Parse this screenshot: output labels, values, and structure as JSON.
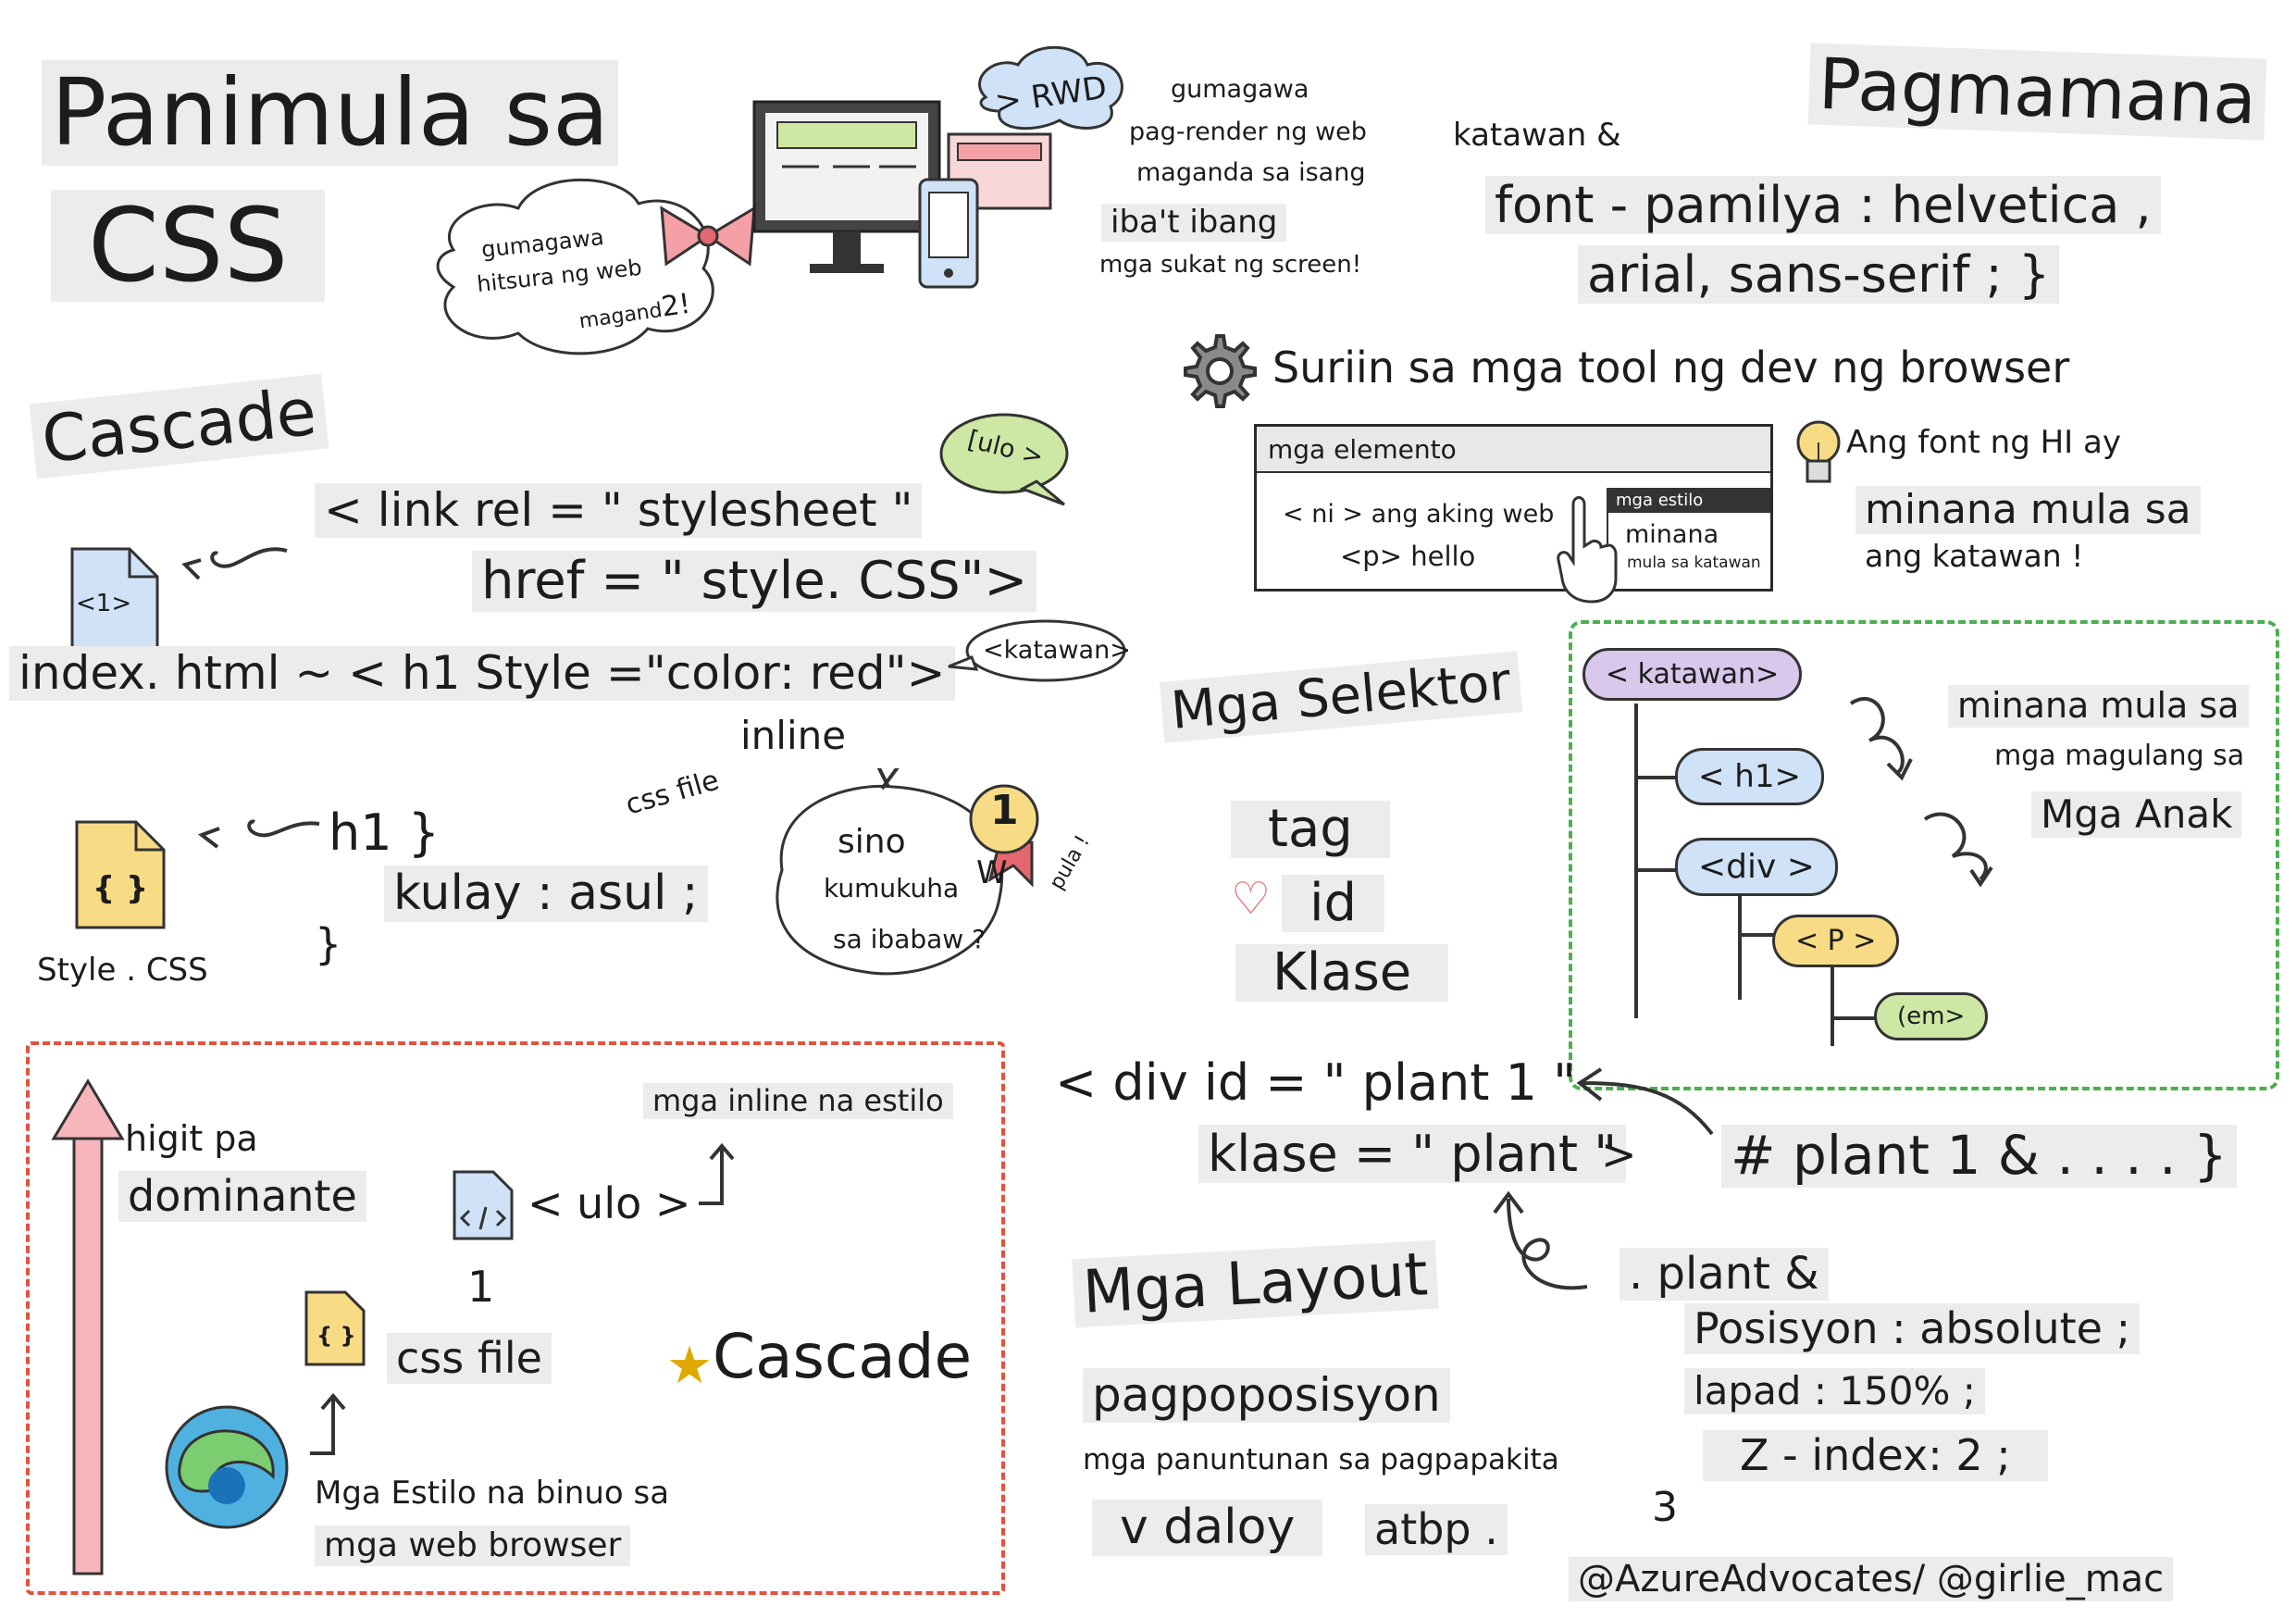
{
  "title": {
    "line1": "Panimula sa",
    "line2": "CSS"
  },
  "cloud_left": {
    "line1": "gumagawa",
    "line2": "hitsura ng web",
    "line3": "magand",
    "accent": "2!"
  },
  "rwd": {
    "label": "> RWD",
    "desc": [
      "gumagawa",
      "pag-render ng web",
      "maganda sa isang",
      "iba't ibang",
      "mga sukat ng screen!"
    ]
  },
  "inheritance": {
    "title": "Pagmamana",
    "code": [
      "katawan &",
      "font - pamilya : helvetica ,",
      "arial, sans-serif ; }"
    ]
  },
  "devtools": {
    "heading": "Suriin sa mga tool ng dev ng browser",
    "panel_title": "mga elemento",
    "line1": "< ni > ang aking web",
    "line2": "<p> hello",
    "side_head": "mga estilo",
    "side_val": "minana",
    "side_note": "mula sa katawan",
    "note": [
      "Ang font ng HI ay",
      "minana mula sa",
      "ang katawan !"
    ]
  },
  "cascade": {
    "title": "Cascade",
    "ulo_bubble": "[ulo >",
    "link_code": [
      "< link rel = \" stylesheet \"",
      "href = \" style. CSS\">"
    ],
    "file1_label": "<1>",
    "inline_code": "index. html ~ < h1 Style =\"color: red\">",
    "katawan_bubble": "<katawan>",
    "inline_label": "inline",
    "css_file_label": "css file",
    "who_wins": [
      "sino",
      "kumukuha",
      "sa ibabaw ?"
    ],
    "medal": "1",
    "medal_w": "W",
    "pula": "pula !",
    "css_rule": [
      "h1 }",
      "kulay : asul ;",
      "}"
    ],
    "style_file_glyph": "{ }",
    "style_file_label": "Style . CSS"
  },
  "selectors": {
    "title": "Mga Selektor",
    "items": [
      "tag",
      "id",
      "Klase"
    ]
  },
  "tree": {
    "nodes": [
      "< katawan>",
      "< h1>",
      "<div >",
      "< P >",
      "(em>"
    ],
    "note": [
      "minana mula sa",
      "mga magulang sa",
      "Mga Anak"
    ]
  },
  "div_example": {
    "line1": "< div id = \" plant 1 \"",
    "line2": "klase = \" plant \"",
    "close": ">",
    "rule": "# plant 1 & . . . . }"
  },
  "priority": {
    "more": "higit pa",
    "dominant": "dominante",
    "inline_styles": "mga inline na estilo",
    "ulo": "< ulo >",
    "one": "1",
    "css_file": "css file",
    "cascade": "Cascade",
    "browser_styles": [
      "Mga Estilo na binuo sa",
      "mga web browser"
    ]
  },
  "layouts": {
    "title": "Mga Layout",
    "positioning": "pagpoposisyon",
    "rules": "mga panuntunan sa pagpapakita",
    "flow": "v daloy",
    "etc": "atbp ."
  },
  "plant_rule": {
    "lines": [
      ". plant &",
      "Posisyon : absolute ;",
      "lapad : 150% ;",
      "Z - index: 2 ;",
      "3"
    ]
  },
  "credit": "@AzureAdvocates/ @girlie_mac",
  "colors": {
    "red_box": "#e0533f",
    "green_box": "#4caf50",
    "pink": "#f6b6bb",
    "purple": "#d9c8ec",
    "blue": "#cfe2f7",
    "yellow": "#f8dc85",
    "green": "#cde8a4"
  }
}
